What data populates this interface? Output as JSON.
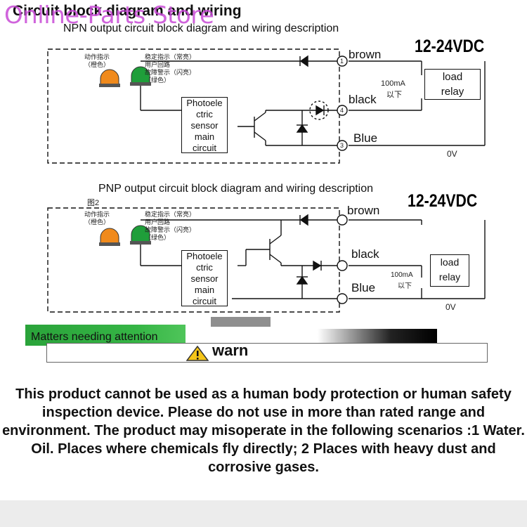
{
  "header": {
    "title": "Circuit block diagram and wiring",
    "watermark": "Online-Parts Store"
  },
  "npn": {
    "subtitle": "NPN output circuit block diagram and wiring description",
    "voltage": "12-24VDC",
    "action_indicator_cn": "动作指示\n（橙色）",
    "stable_indicator_cn": "稳定指示（常亮）\n用户回路\n故障警示（闪亮）\n（绿色）",
    "main_circuit": "Photoele\nctric\nsensor\nmain\ncircuit",
    "wire_brown": "brown",
    "wire_black": "black",
    "wire_blue": "Blue",
    "terminal_1": "1",
    "terminal_4": "4",
    "terminal_3": "3",
    "current": "100mA",
    "current_cn": "以下",
    "load": "load\nrelay",
    "zero_v": "0V"
  },
  "pnp": {
    "subtitle": "PNP output circuit block diagram and wiring description",
    "figure_label": "图2",
    "voltage": "12-24VDC",
    "action_indicator_cn": "动作指示\n（橙色）",
    "stable_indicator_cn": "稳定指示（常亮）\n用户回路\n故障警示（闪亮）\n（绿色）",
    "main_circuit": "Photoele\nctric\nsensor\nmain\ncircuit",
    "wire_brown": "brown",
    "wire_black": "black",
    "wire_blue": "Blue",
    "current": "100mA",
    "current_cn": "以下",
    "load": "load\nrelay",
    "zero_v": "0V"
  },
  "attention": {
    "heading": "Matters needing attention",
    "warn_label": "warn",
    "body": "This product cannot be used as a human body protection or human safety inspection device. Please do not use in more than rated range and environment. The product may misoperate in the following scenarios :1 Water. Oil. Places where chemicals fly directly; 2 Places with heavy dust and corrosive gases."
  },
  "colors": {
    "action_led": "#f08a1c",
    "stable_led": "#1f9e3a",
    "attention_bar": "#35b545",
    "watermark": "#c84ad6"
  }
}
